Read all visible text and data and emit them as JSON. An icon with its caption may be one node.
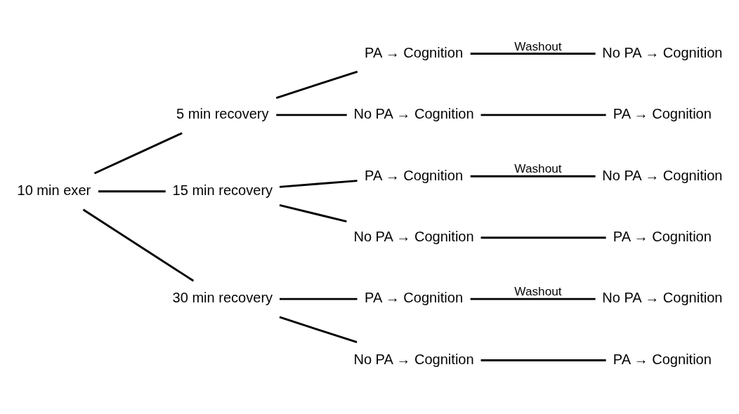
{
  "diagram": {
    "nodes": [
      {
        "text": [
          "10 min exer"
        ]
      },
      {
        "text": [
          "5 min recovery"
        ]
      },
      {
        "text": [
          "PA → Cognition"
        ]
      },
      {
        "text": [
          "No PA → Cognition"
        ]
      },
      {
        "text": [
          "PA → Cognition"
        ]
      },
      {
        "text": [
          "No PA → Cognition"
        ]
      },
      {
        "text": [
          "15 min recovery"
        ]
      },
      {
        "text": [
          "PA → Cognition"
        ]
      },
      {
        "text": [
          "No PA → Cognition"
        ]
      },
      {
        "text": [
          "PA → Cognition"
        ]
      },
      {
        "text": [
          "No PA → Cognition"
        ]
      },
      {
        "text": [
          "30 min recovery"
        ]
      },
      {
        "text": [
          "PA → Cognition"
        ]
      },
      {
        "text": [
          "No PA → Cognition"
        ]
      },
      {
        "text": [
          "PA → Cognition"
        ]
      },
      {
        "text": [
          "No PA → Cognition"
        ]
      }
    ],
    "edges": [
      {
        "from": 0,
        "to": 1,
        "arrow": "none"
      },
      {
        "from": 0,
        "to": 6,
        "arrow": "none"
      },
      {
        "from": 0,
        "to": 11,
        "arrow": "none"
      },
      {
        "from": 1,
        "to": 2,
        "arrow": "none"
      },
      {
        "from": 1,
        "to": 3,
        "arrow": "none"
      },
      {
        "from": 2,
        "to": 5,
        "arrow": "none",
        "label": "Washout"
      },
      {
        "from": 3,
        "to": 4,
        "arrow": "none"
      },
      {
        "from": 6,
        "to": 7,
        "arrow": "none"
      },
      {
        "from": 6,
        "to": 8,
        "arrow": "none"
      },
      {
        "from": 7,
        "to": 10,
        "arrow": "none",
        "label": "Washout"
      },
      {
        "from": 8,
        "to": 9,
        "arrow": "none"
      },
      {
        "from": 11,
        "to": 12,
        "arrow": "none"
      },
      {
        "from": 11,
        "to": 13,
        "arrow": "none"
      },
      {
        "from": 12,
        "to": 15,
        "arrow": "none",
        "label": "Washout"
      },
      {
        "from": 13,
        "to": 14,
        "arrow": "none"
      }
    ]
  }
}
